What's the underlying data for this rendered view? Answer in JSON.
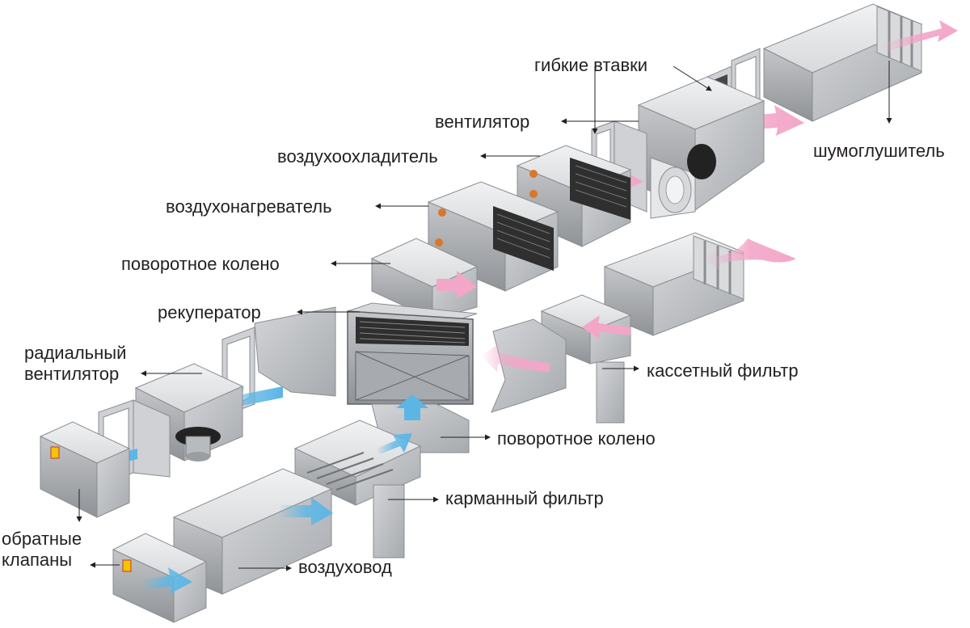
{
  "labels": {
    "flex_inserts": "гибкие втавки",
    "fan": "вентилятор",
    "air_cooler": "воздухоохладитель",
    "air_heater": "воздухонагреватель",
    "elbow_top": "поворотное колено",
    "recuperator": "рекуператор",
    "radial_fan_line1": "радиальный",
    "radial_fan_line2": "вентилятор",
    "silencer": "шумоглушитель",
    "cassette_filter": "кассетный фильтр",
    "elbow_bottom": "поворотное колено",
    "pocket_filter": "карманный фильтр",
    "check_valves_line1": "обратные",
    "check_valves_line2": "клапаны",
    "duct": "воздуховод"
  },
  "colors": {
    "supply_air": "#f3a6c8",
    "exhaust_air": "#5bb6e6",
    "metal_light": "#e4e5e7",
    "metal_mid": "#c3c5c8",
    "metal_dark": "#9a9da1",
    "coil": "#2f2f2f",
    "copper": "#d9772a"
  }
}
